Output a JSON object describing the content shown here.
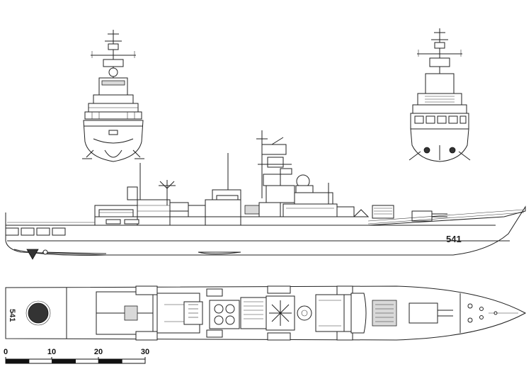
{
  "hull_number": "541",
  "deck_hull_number": "541",
  "scale_bar": {
    "labels": [
      "0",
      "10",
      "20",
      "30"
    ],
    "values": [
      0,
      10,
      20,
      30
    ],
    "segments": 6
  },
  "colors": {
    "line": "#222222",
    "background": "#ffffff",
    "deck_dark": "#333333"
  }
}
